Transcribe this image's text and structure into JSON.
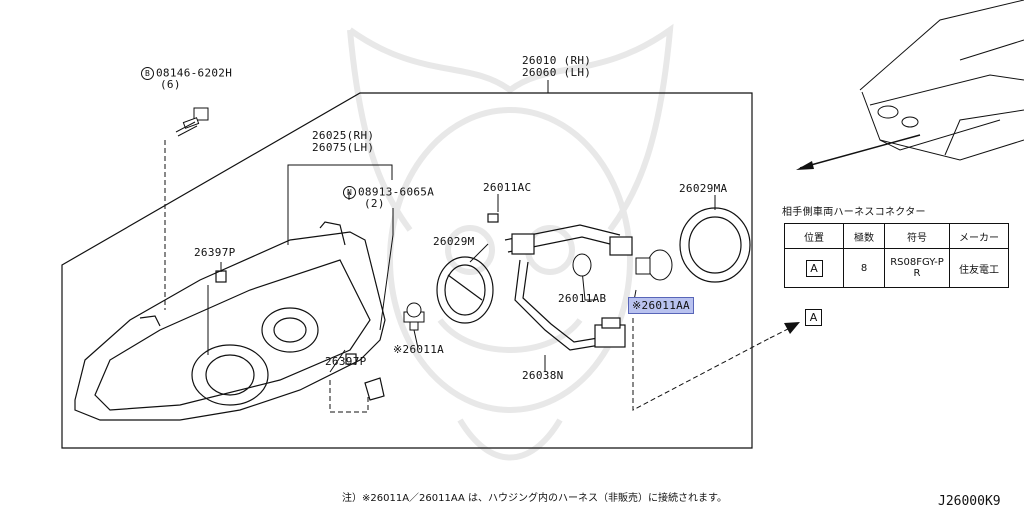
{
  "labels": {
    "bolt_code": "08146-6202H",
    "bolt_qty": "(6)",
    "bolt_prefix": "B",
    "assy_rh": "26010 (RH)",
    "assy_lh": "26060 (LH)",
    "housing_rh": "26025(RH)",
    "housing_lh": "26075(LH)",
    "nut_code": "08913-6065A",
    "nut_qty": "(2)",
    "nut_prefix": "N",
    "p26011ac": "26011AC",
    "p26029ma": "26029MA",
    "p26029m": "26029M",
    "p26397p_a": "26397P",
    "p26011ab": "26011AB",
    "p26011aa": "※26011AA",
    "p26011a": "※26011A",
    "p26397p_b": "26397P",
    "p26038n": "26038N"
  },
  "connector": {
    "title": "相手側車両ハーネスコネクター",
    "headers": [
      "位置",
      "極数",
      "符号",
      "メーカー"
    ],
    "row": {
      "position": "A",
      "poles": "8",
      "code": "RS08FGY-PR",
      "maker": "住友電工"
    },
    "callout": "A"
  },
  "note": "注）※26011A／26011AA は、ハウジング内のハーネス（非販売）に接続されます。",
  "diagram_code": "J26000K9",
  "colors": {
    "line": "#111111",
    "highlight": "#b9c2ef",
    "watermark": "#e6e6e6"
  }
}
